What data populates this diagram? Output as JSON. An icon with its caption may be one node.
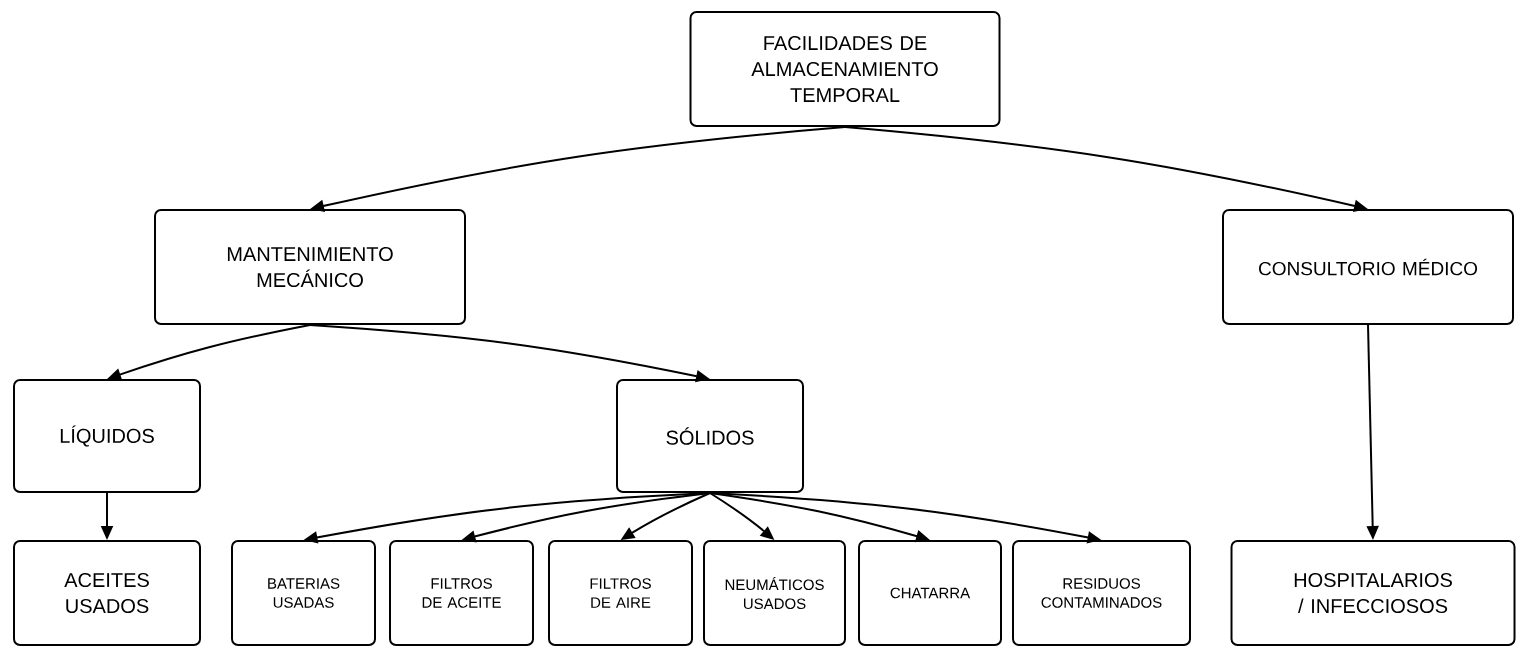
{
  "diagram": {
    "nodes": [
      {
        "text": [
          "FACILIDADES DE ALMACENAMIENTO TEMPORAL"
        ]
      },
      {
        "text": [
          "MANTENIMIENTO MECÁNICO"
        ]
      },
      {
        "text": [
          "CONSULTORIO MÉDICO"
        ]
      },
      {
        "text": [
          "LÍQUIDOS"
        ]
      },
      {
        "text": [
          "SÓLIDOS"
        ]
      },
      {
        "text": [
          "ACEITES USADOS"
        ]
      },
      {
        "text": [
          "BATERIAS USADAS"
        ]
      },
      {
        "text": [
          "FILTROS DE ACEITE"
        ]
      },
      {
        "text": [
          "FILTROS DE AIRE"
        ]
      },
      {
        "text": [
          "NEUMÁTICOS USADOS"
        ]
      },
      {
        "text": [
          "CHATARRA"
        ]
      },
      {
        "text": [
          "RESIDUOS CONTAMINADOS"
        ]
      },
      {
        "text": [
          "HOSPITALARIOS / INFECCIOSOS"
        ]
      }
    ],
    "edges": [
      {
        "from": 0,
        "to": 1,
        "arrow": "to"
      },
      {
        "from": 0,
        "to": 2,
        "arrow": "to"
      },
      {
        "from": 1,
        "to": 3,
        "arrow": "to"
      },
      {
        "from": 1,
        "to": 4,
        "arrow": "to"
      },
      {
        "from": 3,
        "to": 5,
        "arrow": "to"
      },
      {
        "from": 4,
        "to": 6,
        "arrow": "to"
      },
      {
        "from": 4,
        "to": 7,
        "arrow": "to"
      },
      {
        "from": 4,
        "to": 8,
        "arrow": "to"
      },
      {
        "from": 4,
        "to": 9,
        "arrow": "to"
      },
      {
        "from": 4,
        "to": 10,
        "arrow": "to"
      },
      {
        "from": 4,
        "to": 11,
        "arrow": "to"
      },
      {
        "from": 2,
        "to": 12,
        "arrow": "to"
      }
    ]
  }
}
